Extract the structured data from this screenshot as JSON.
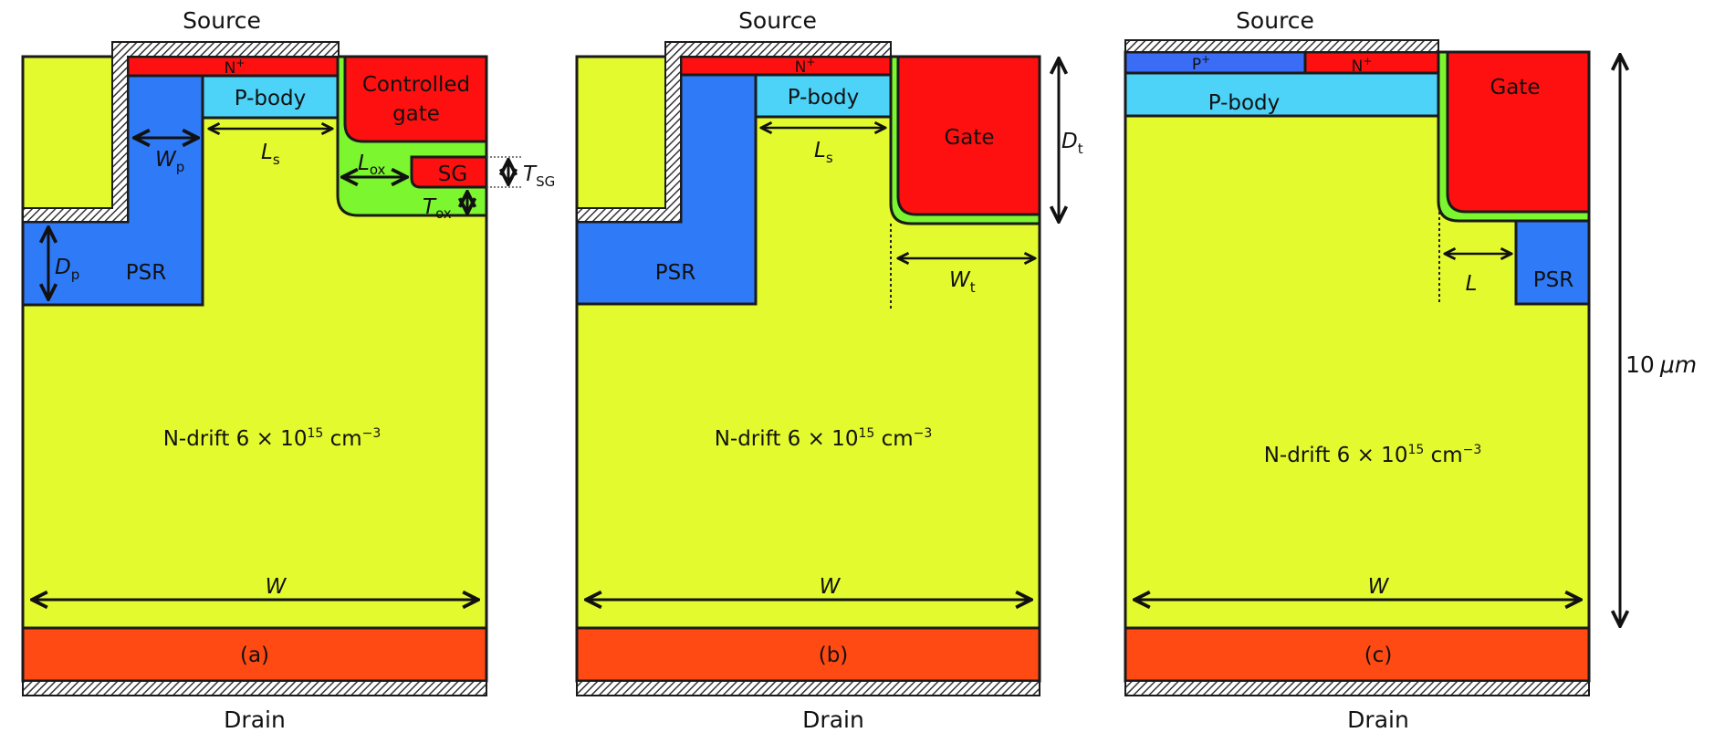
{
  "colors": {
    "n_drift": "#E3FA2E",
    "n_plus": "#FF1010",
    "gate": "#FF1010",
    "p_body": "#4DD3F8",
    "psr": "#2F7BF7",
    "p_plus": "#3A6CF5",
    "oxide": "#7CF62E",
    "drain_n_sub": "#FF4A14",
    "metal_hatch": "#333333"
  },
  "panels": [
    {
      "id": "a",
      "caption": "(a)",
      "source_label": "Source",
      "drain_label": "Drain",
      "n_plus_label": "N",
      "n_plus_sup": "+",
      "p_body_label": "P-body",
      "psr_label": "PSR",
      "gate_label_line1": "Controlled",
      "gate_label_line2": "gate",
      "sg_label": "SG",
      "drift_label": "N-drift 6 × 10",
      "drift_exp": "15",
      "drift_unit": " cm",
      "drift_unit_exp": "−3",
      "dims": {
        "wp": {
          "main": "W",
          "sub": "p"
        },
        "ls": {
          "main": "L",
          "sub": "s"
        },
        "lox": {
          "main": "L",
          "sub": "ox"
        },
        "tox": {
          "main": "T",
          "sub": "ox"
        },
        "tsg": {
          "main": "T",
          "sub": "SG"
        },
        "dp": {
          "main": "D",
          "sub": "p"
        },
        "w": {
          "main": "W"
        }
      }
    },
    {
      "id": "b",
      "caption": "(b)",
      "source_label": "Source",
      "drain_label": "Drain",
      "n_plus_label": "N",
      "n_plus_sup": "+",
      "p_body_label": "P-body",
      "psr_label": "PSR",
      "gate_label": "Gate",
      "drift_label": "N-drift 6 × 10",
      "drift_exp": "15",
      "drift_unit": " cm",
      "drift_unit_exp": "−3",
      "dims": {
        "ls": {
          "main": "L",
          "sub": "s"
        },
        "dt": {
          "main": "D",
          "sub": "t"
        },
        "wt": {
          "main": "W",
          "sub": "t"
        },
        "w": {
          "main": "W"
        }
      }
    },
    {
      "id": "c",
      "caption": "(c)",
      "source_label": "Source",
      "drain_label": "Drain",
      "p_plus_label": "P",
      "p_plus_sup": "+",
      "n_plus_label": "N",
      "n_plus_sup": "+",
      "p_body_label": "P-body",
      "psr_label": "PSR",
      "gate_label": "Gate",
      "drift_label": "N-drift 6 × 10",
      "drift_exp": "15",
      "drift_unit": " cm",
      "drift_unit_exp": "−3",
      "dims": {
        "l": {
          "main": "L"
        },
        "w": {
          "main": "W"
        }
      }
    }
  ],
  "scale_bar": {
    "value": "10",
    "unit": "μm"
  }
}
